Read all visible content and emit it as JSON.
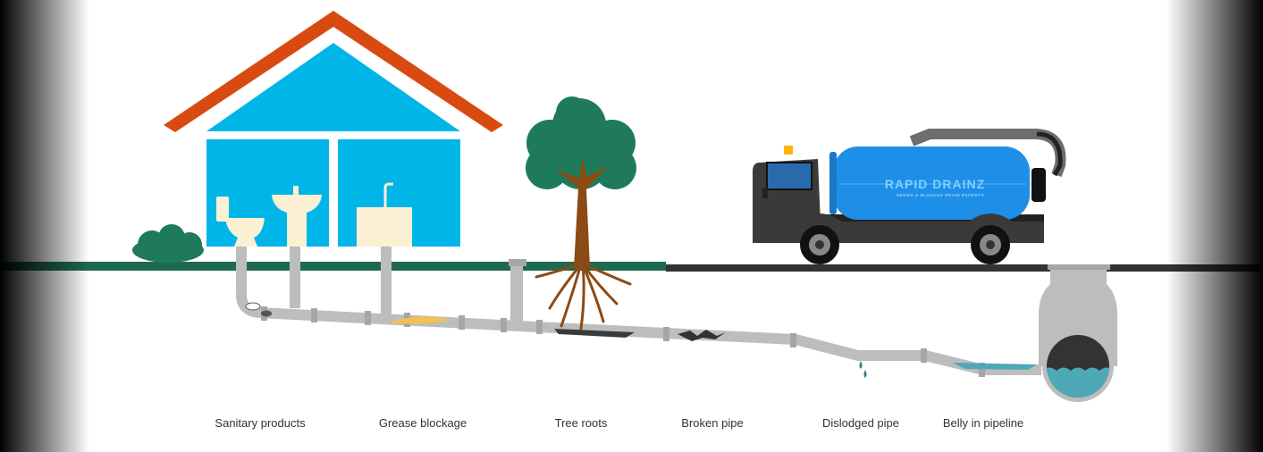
{
  "colors": {
    "sky": "#ffffff",
    "edge_shade": "#000000",
    "house_wall": "#00b5e8",
    "roof": "#d84a10",
    "grass": "#1f6a4e",
    "road": "#333333",
    "pipe": "#bdbdbd",
    "pipe_joint": "#a6a6a6",
    "fixture": "#fbf0d4",
    "tree_foliage": "#1f7a5c",
    "tree_trunk": "#8c4a14",
    "truck_tank": "#1e8fe8",
    "truck_chassis": "#3a3a3a",
    "water": "#4fa8b8",
    "grease": "#f2c14e",
    "beacon": "#ffb300"
  },
  "truck": {
    "brand": "RAPID DRAINZ",
    "tagline": "SEWER & BLOCKED DRAIN EXPERTS"
  },
  "labels": [
    {
      "id": "sanitary",
      "text": "Sanitary products"
    },
    {
      "id": "grease",
      "text": "Grease blockage"
    },
    {
      "id": "roots",
      "text": "Tree roots"
    },
    {
      "id": "broken",
      "text": "Broken pipe"
    },
    {
      "id": "dislodged",
      "text": "Dislodged pipe"
    },
    {
      "id": "belly",
      "text": "Belly in pipeline"
    }
  ]
}
